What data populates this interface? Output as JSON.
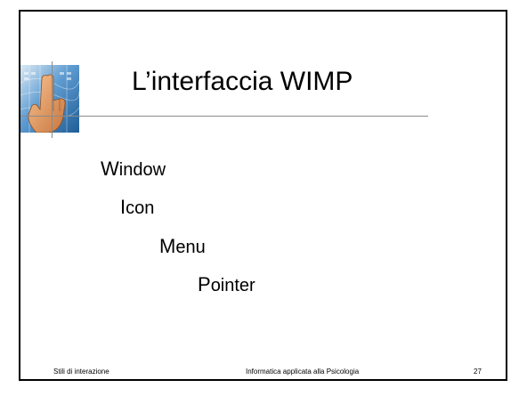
{
  "slide": {
    "title": "L’interfaccia WIMP",
    "logo_icon": "pointing-hand-icon"
  },
  "list": {
    "items": [
      {
        "initial": "W",
        "rest": "indow"
      },
      {
        "initial": "I",
        "rest": "con"
      },
      {
        "initial": "M",
        "rest": "enu"
      },
      {
        "initial": "P",
        "rest": "ointer"
      }
    ]
  },
  "footer": {
    "left": "Stili di interazione",
    "center": "Informatica applicata alla Psicologia",
    "page_number": "27"
  },
  "colors": {
    "border": "#000000",
    "rule": "#8a8a8a",
    "logo_background": "#2f6fa8",
    "hand": "#d9955c"
  }
}
